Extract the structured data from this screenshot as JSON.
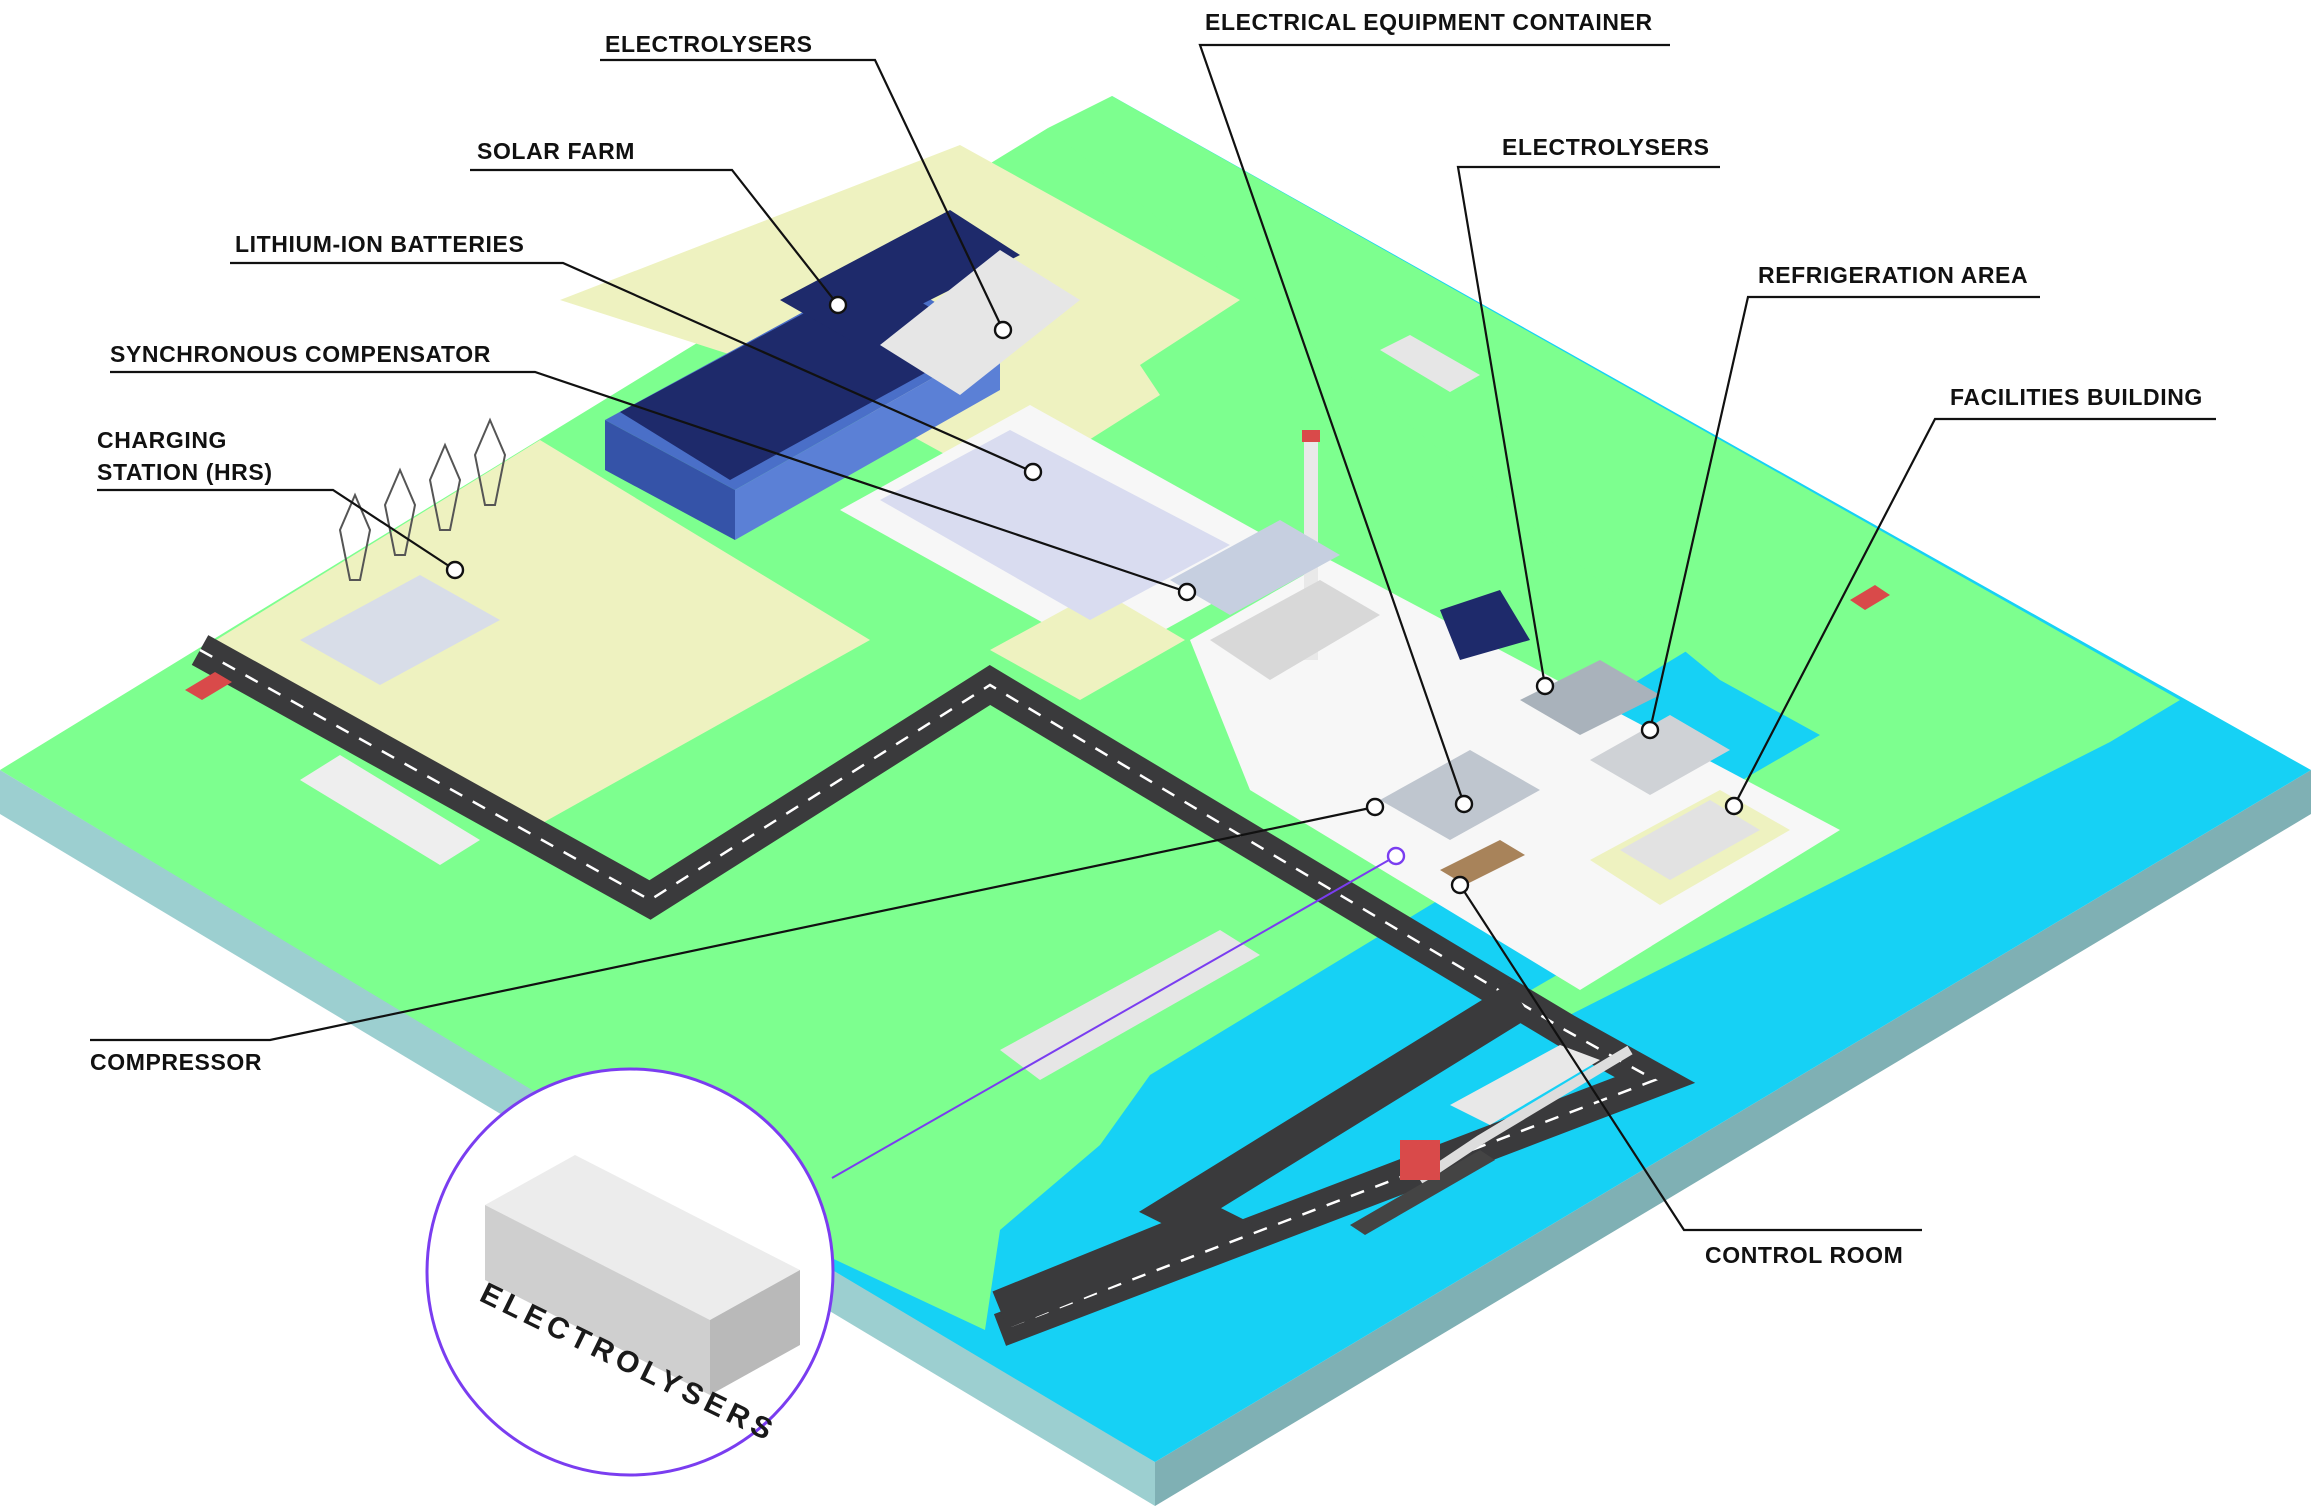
{
  "labels": {
    "electrolysers_top_left": "ELECTROLYSERS",
    "solar_farm": "SOLAR FARM",
    "lithium_ion_batteries": "LITHIUM-ION BATTERIES",
    "synchronous_compensator": "SYNCHRONOUS COMPENSATOR",
    "charging_station_line1": "CHARGING",
    "charging_station_line2": "STATION (HRS)",
    "electrical_equipment_container": "ELECTRICAL EQUIPMENT CONTAINER",
    "electrolysers_top_right": "ELECTROLYSERS",
    "refrigeration_area": "REFRIGERATION AREA",
    "facilities_building": "FACILITIES BUILDING",
    "compressor": "COMPRESSOR",
    "control_room": "CONTROL ROOM"
  },
  "inset": {
    "label": "ELECTROLYSERS"
  },
  "colors": {
    "land": "#7dff8f",
    "sea": "#16d1f5",
    "zone": "#eef2c0",
    "plant_area": "#f7f7f7",
    "road": "#3a3a3c",
    "slab_side": "#9ec9c9",
    "slab_front": "#86b6b8",
    "inset_ring": "#7a3df0",
    "solar_panel": "#1e2a6b",
    "building_blue": "#4a6fc8"
  }
}
